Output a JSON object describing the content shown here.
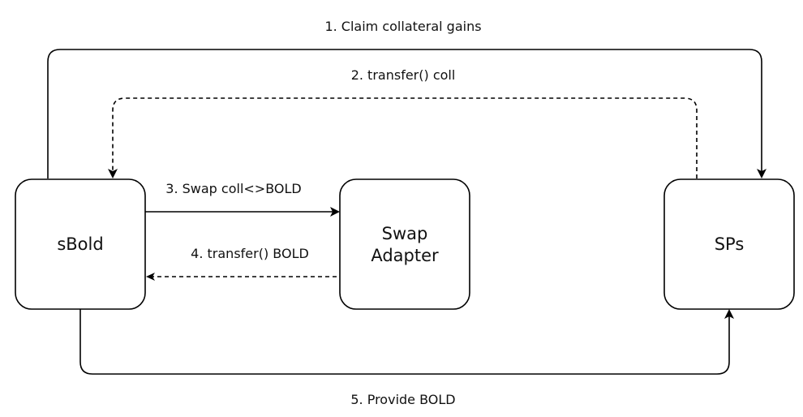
{
  "nodes": {
    "sbold": {
      "label": "sBold"
    },
    "swap_adapter": {
      "label_line1": "Swap",
      "label_line2": "Adapter"
    },
    "sps": {
      "label": "SPs"
    }
  },
  "edges": {
    "claim": {
      "label": "1. Claim collateral gains"
    },
    "transfer_coll": {
      "label": "2. transfer() coll"
    },
    "swap": {
      "label": "3. Swap coll<>BOLD"
    },
    "transfer_bold": {
      "label": "4. transfer() BOLD"
    },
    "provide": {
      "label": "5. Provide BOLD"
    }
  },
  "colors": {
    "stroke": "#000000",
    "text": "#111111",
    "background": "#ffffff"
  }
}
